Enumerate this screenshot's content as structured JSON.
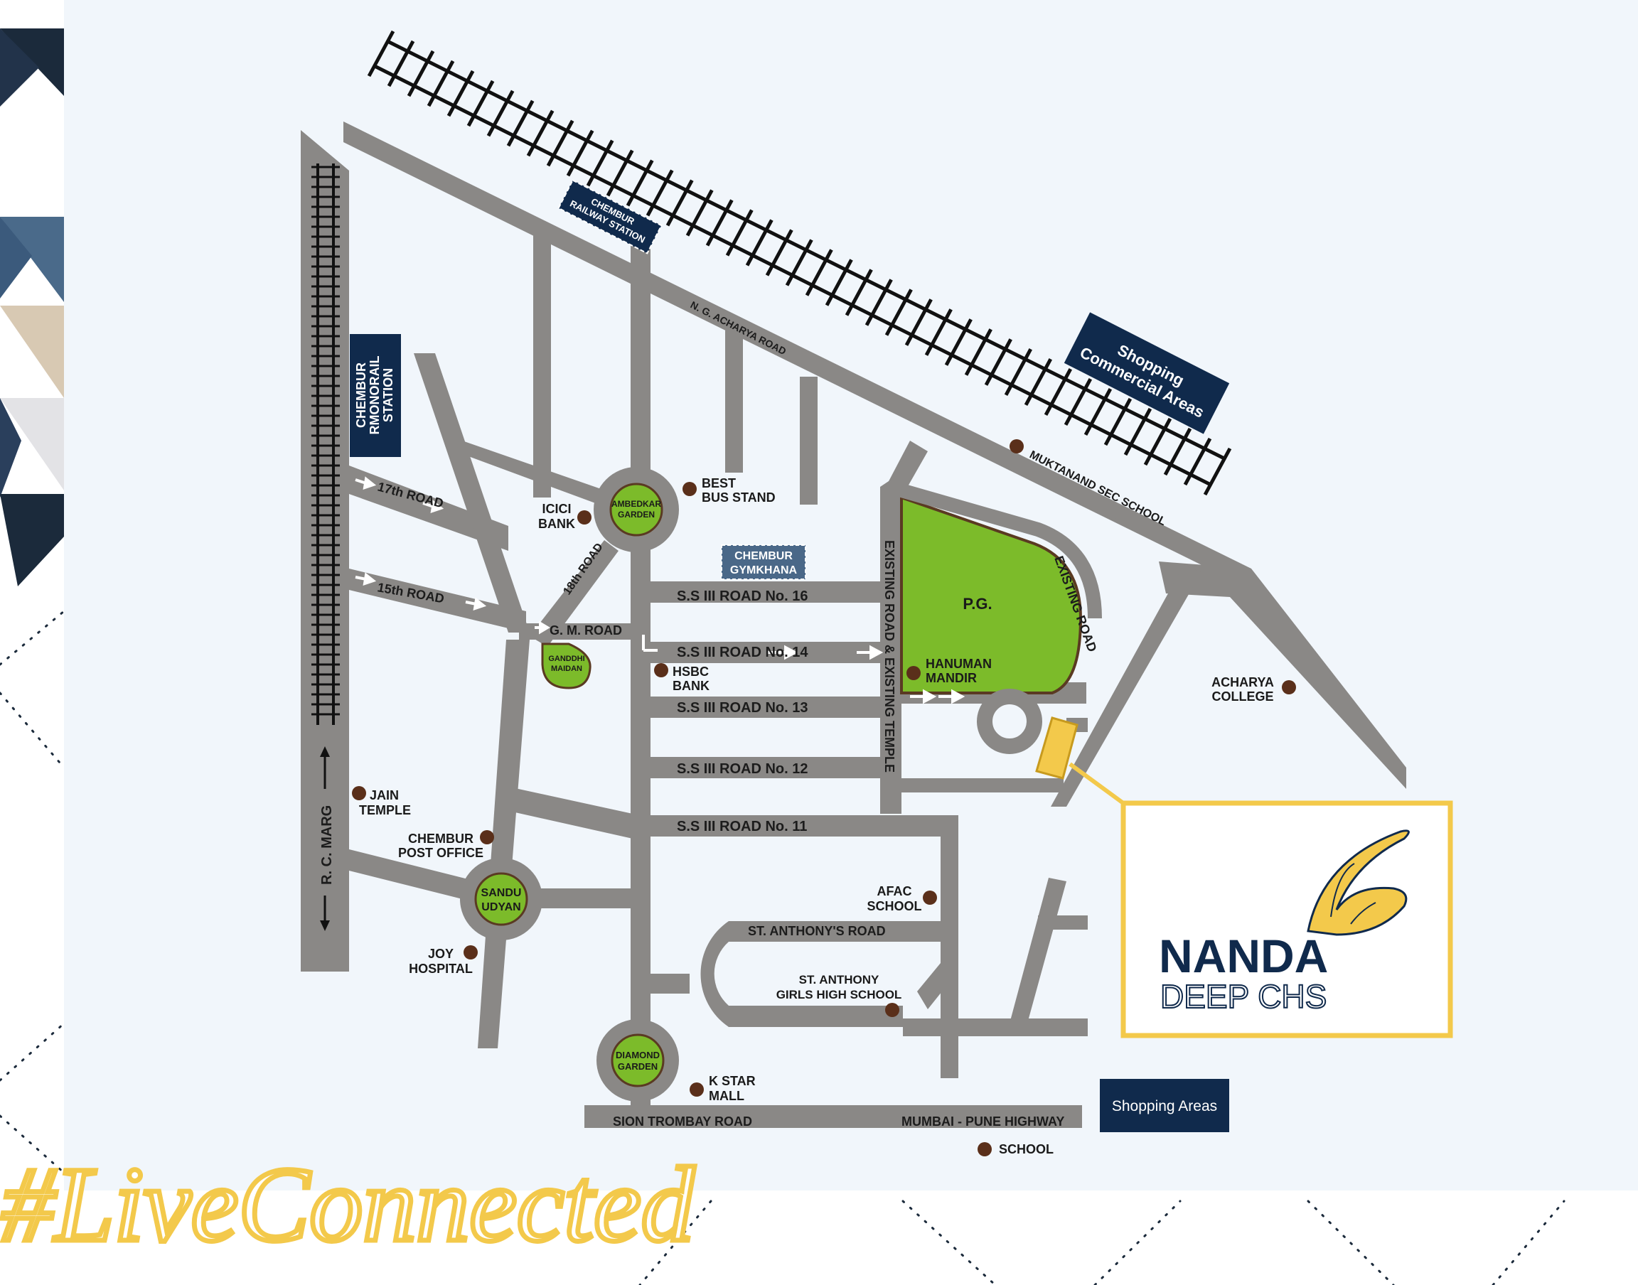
{
  "stations": {
    "railway": [
      "CHEMBUR",
      "RAILWAY STATION"
    ],
    "monorail": [
      "CHEMBUR",
      "RMONORAIL",
      "STATION"
    ],
    "gymkhana": [
      "CHEMBUR",
      "GYMKHANA"
    ]
  },
  "roads": {
    "ng_acharya": "N. G. ACHARYA ROAD",
    "road_17th": "17th ROAD",
    "road_15th": "15th ROAD",
    "road_18th": "18th ROAD",
    "gm_road": "G. M. ROAD",
    "ss16": "S.S III ROAD No. 16",
    "ss14": "S.S III ROAD No. 14",
    "ss13": "S.S III ROAD No. 13",
    "ss12": "S.S III ROAD No. 12",
    "ss11": "S.S III ROAD No. 11",
    "st_anthony": "ST. ANTHONY'S ROAD",
    "sion_trombay": "SION TROMBAY ROAD",
    "mumbai_pune": "MUMBAI - PUNE HIGHWAY",
    "rc_marg": "R. C. MARG",
    "existing_temple": "EXISTING ROAD & EXISTING TEMPLE",
    "existing_road": "EXISTING ROAD"
  },
  "gardens": {
    "ambedkar": [
      "AMBEDKAR",
      "GARDEN"
    ],
    "ganddhi": [
      "GANDDHI",
      "MAIDAN"
    ],
    "sandu": [
      "SANDU",
      "UDYAN"
    ],
    "diamond": [
      "DIAMOND",
      "GARDEN"
    ],
    "pg": "P.G."
  },
  "landmarks": {
    "best_bus": [
      "BEST",
      "BUS STAND"
    ],
    "icici": [
      "ICICI",
      "BANK"
    ],
    "hsbc": [
      "HSBC",
      "BANK"
    ],
    "hanuman": [
      "HANUMAN",
      "MANDIR"
    ],
    "acharya": [
      "ACHARYA",
      "COLLEGE"
    ],
    "muktanand": "MUKTANAND SEC SCHOOL",
    "jain": [
      "JAIN",
      "TEMPLE"
    ],
    "post_office": [
      "CHEMBUR",
      "POST OFFICE"
    ],
    "joy": [
      "JOY",
      "HOSPITAL"
    ],
    "afac": [
      "AFAC",
      "SCHOOL"
    ],
    "st_anthony_school": [
      "ST. ANTHONY",
      "GIRLS HIGH SCHOOL"
    ],
    "k_star": [
      "K STAR",
      "MALL"
    ],
    "school": "SCHOOL"
  },
  "shopping": {
    "commercial": [
      "Shopping",
      "Commercial Areas"
    ],
    "areas": "Shopping Areas"
  },
  "brand": {
    "line1": "NANDA",
    "line2": "DEEP CHS"
  },
  "hashtag": "#LiveConnected",
  "colors": {
    "road": "#8a8886",
    "background": "#f1f6fb",
    "navy": "#102a4c",
    "garden": "#7cbb2a",
    "landmark_dot": "#5a2f1a",
    "accent_yellow": "#f3c94b"
  },
  "icons": [
    "railway-track-icon",
    "landmark-dot-icon",
    "direction-arrow-icon",
    "butterfly-logo-icon"
  ]
}
